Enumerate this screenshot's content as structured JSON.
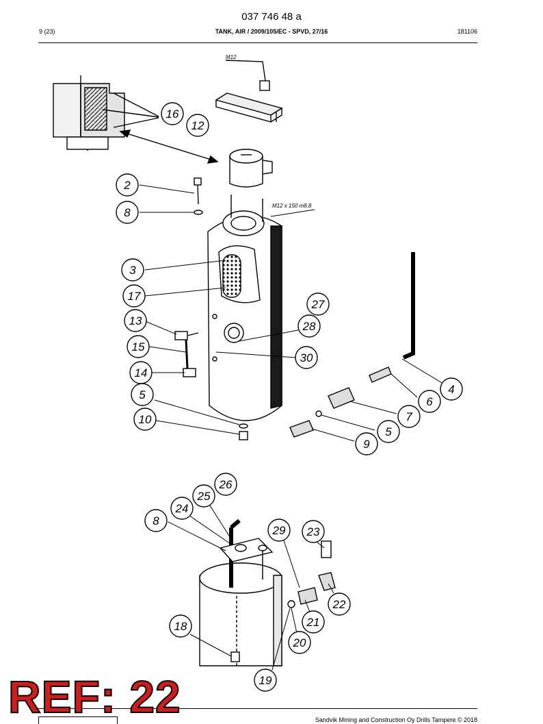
{
  "header": {
    "doc_number": "037 746 48 a",
    "page": "9 (23)",
    "title": "TANK, AIR / 2009/105/EC - SPVD, 27/16",
    "date_code": "181106"
  },
  "footer": {
    "copyright": "Sandvik Mining and Construction Oy Drills Tampere © 2018"
  },
  "stamp": {
    "ref_label": "REF: 22"
  },
  "drawing_labels": {
    "m12": "M12",
    "bolt_spec": "M12 x 150 m8.8"
  },
  "callouts": [
    "16",
    "12",
    "2",
    "8",
    "3",
    "17",
    "27",
    "28",
    "13",
    "15",
    "30",
    "14",
    "4",
    "6",
    "5",
    "7",
    "5",
    "9",
    "10",
    "26",
    "25",
    "24",
    "8",
    "29",
    "23",
    "22",
    "21",
    "20",
    "18",
    "19"
  ]
}
